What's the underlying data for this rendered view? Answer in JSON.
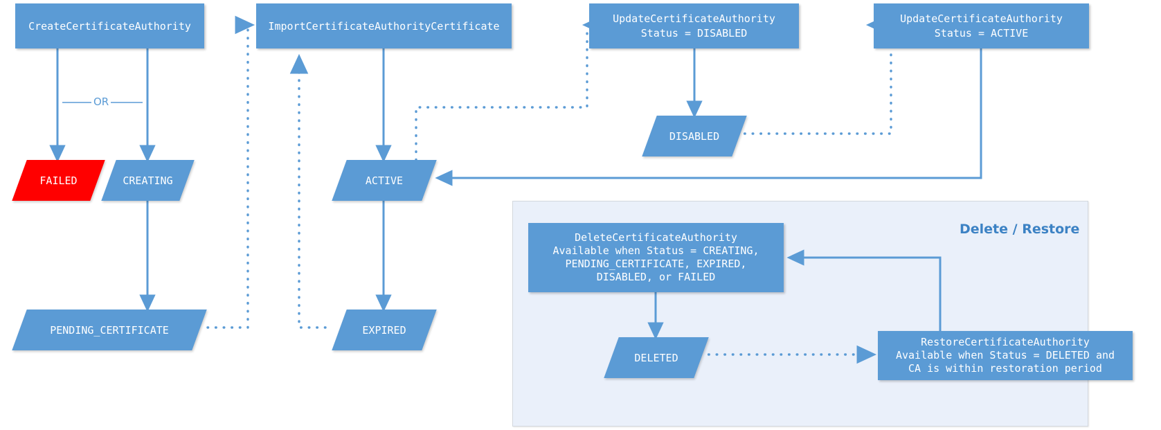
{
  "diagram": {
    "title": "AWS Private CA certificate authority lifecycle state diagram",
    "colors": {
      "node_fill": "#5B9BD5",
      "failed_fill": "#FF0000",
      "connector": "#5B9BD5",
      "panel_bg": "#EAF0FA",
      "panel_border": "#D3D8DE",
      "panel_title": "#3C82C4",
      "node_text": "#FFFFFF"
    },
    "nodes": {
      "create_ca": {
        "label": "CreateCertificateAuthority",
        "lines": [
          "CreateCertificateAuthority"
        ],
        "shape": "rect"
      },
      "import_ca_cert": {
        "label": "ImportCertificateAuthorityCertificate",
        "lines": [
          "ImportCertificateAuthorityCertificate"
        ],
        "shape": "rect"
      },
      "update_ca_disabled": {
        "label": "UpdateCertificateAuthority Status = DISABLED",
        "lines": [
          "UpdateCertificateAuthority",
          "Status = DISABLED"
        ],
        "shape": "rect"
      },
      "update_ca_active": {
        "label": "UpdateCertificateAuthority Status = ACTIVE",
        "lines": [
          "UpdateCertificateAuthority",
          "Status = ACTIVE"
        ],
        "shape": "rect"
      },
      "delete_ca": {
        "label": "DeleteCertificateAuthority",
        "lines": [
          "DeleteCertificateAuthority",
          "Available when Status = CREATING,",
          "PENDING_CERTIFICATE, EXPIRED,",
          "DISABLED, or FAILED"
        ],
        "shape": "rect"
      },
      "restore_ca": {
        "label": "RestoreCertificateAuthority",
        "lines": [
          "RestoreCertificateAuthority",
          "Available when Status = DELETED and",
          "CA is within restoration period"
        ],
        "shape": "rect"
      },
      "state_failed": {
        "label": "FAILED",
        "shape": "parallelogram",
        "status": "failed"
      },
      "state_creating": {
        "label": "CREATING",
        "shape": "parallelogram"
      },
      "state_pending_certificate": {
        "label": "PENDING_CERTIFICATE",
        "shape": "parallelogram"
      },
      "state_active": {
        "label": "ACTIVE",
        "shape": "parallelogram"
      },
      "state_expired": {
        "label": "EXPIRED",
        "shape": "parallelogram"
      },
      "state_disabled": {
        "label": "DISABLED",
        "shape": "parallelogram"
      },
      "state_deleted": {
        "label": "DELETED",
        "shape": "parallelogram"
      }
    },
    "labels": {
      "or": "OR",
      "delete_restore_group": "Delete / Restore"
    },
    "edges": [
      {
        "from": "create_ca",
        "to": "state_failed",
        "style": "solid"
      },
      {
        "from": "create_ca",
        "to": "state_creating",
        "style": "solid"
      },
      {
        "from": "state_creating",
        "to": "state_pending_certificate",
        "style": "solid"
      },
      {
        "from": "state_pending_certificate",
        "to": "import_ca_cert",
        "style": "dotted"
      },
      {
        "from": "import_ca_cert",
        "to": "state_active",
        "style": "solid"
      },
      {
        "from": "state_active",
        "to": "state_expired",
        "style": "solid"
      },
      {
        "from": "state_expired",
        "to": "import_ca_cert",
        "style": "dotted"
      },
      {
        "from": "state_active",
        "to": "update_ca_disabled",
        "style": "dotted"
      },
      {
        "from": "update_ca_disabled",
        "to": "state_disabled",
        "style": "solid"
      },
      {
        "from": "state_disabled",
        "to": "update_ca_active",
        "style": "dotted"
      },
      {
        "from": "update_ca_active",
        "to": "state_active",
        "style": "solid"
      },
      {
        "from": "delete_ca",
        "to": "state_deleted",
        "style": "solid"
      },
      {
        "from": "state_deleted",
        "to": "restore_ca",
        "style": "dotted"
      },
      {
        "from": "restore_ca",
        "to": "delete_ca",
        "style": "solid"
      }
    ]
  }
}
